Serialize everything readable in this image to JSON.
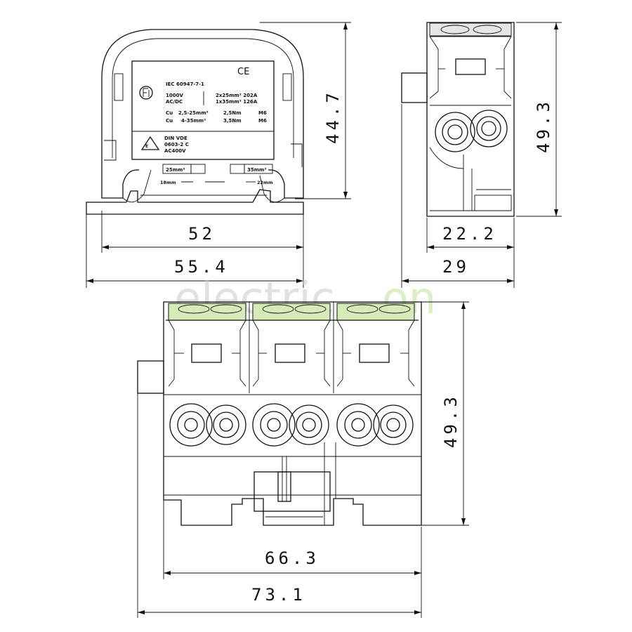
{
  "watermark": {
    "part1": "electric",
    "part2": "on"
  },
  "label": {
    "standard": "IEC 60947-7-1",
    "voltage": "1000V",
    "current_type": "AC/DC",
    "rating_1": "2x25mm² 202A",
    "rating_2": "1x35mm² 126A",
    "cu_1": "Cu",
    "cu_1_range": "2,5-25mm²",
    "cu_1_torque": "2,5Nm",
    "cu_1_screw": "M6",
    "cu_2": "Cu",
    "cu_2_range": "4-35mm²",
    "cu_2_torque": "3,5Nm",
    "cu_2_screw": "M6",
    "din": "DIN VDE",
    "din_no": "0603-2 C",
    "ac": "AC400V",
    "ce": "CE",
    "tag_left": "25mm²",
    "tag_right": "35mm²",
    "strip_left": "18mm",
    "strip_right": "22mm"
  },
  "dimensions": {
    "front_width_inner": "52",
    "front_width_outer": "55.4",
    "front_height": "44.7",
    "side_height": "49.3",
    "side_width_inner": "22.2",
    "side_width_outer": "29",
    "bottom_height": "49.3",
    "bottom_width_inner": "66.3",
    "bottom_width_outer": "73.1"
  }
}
